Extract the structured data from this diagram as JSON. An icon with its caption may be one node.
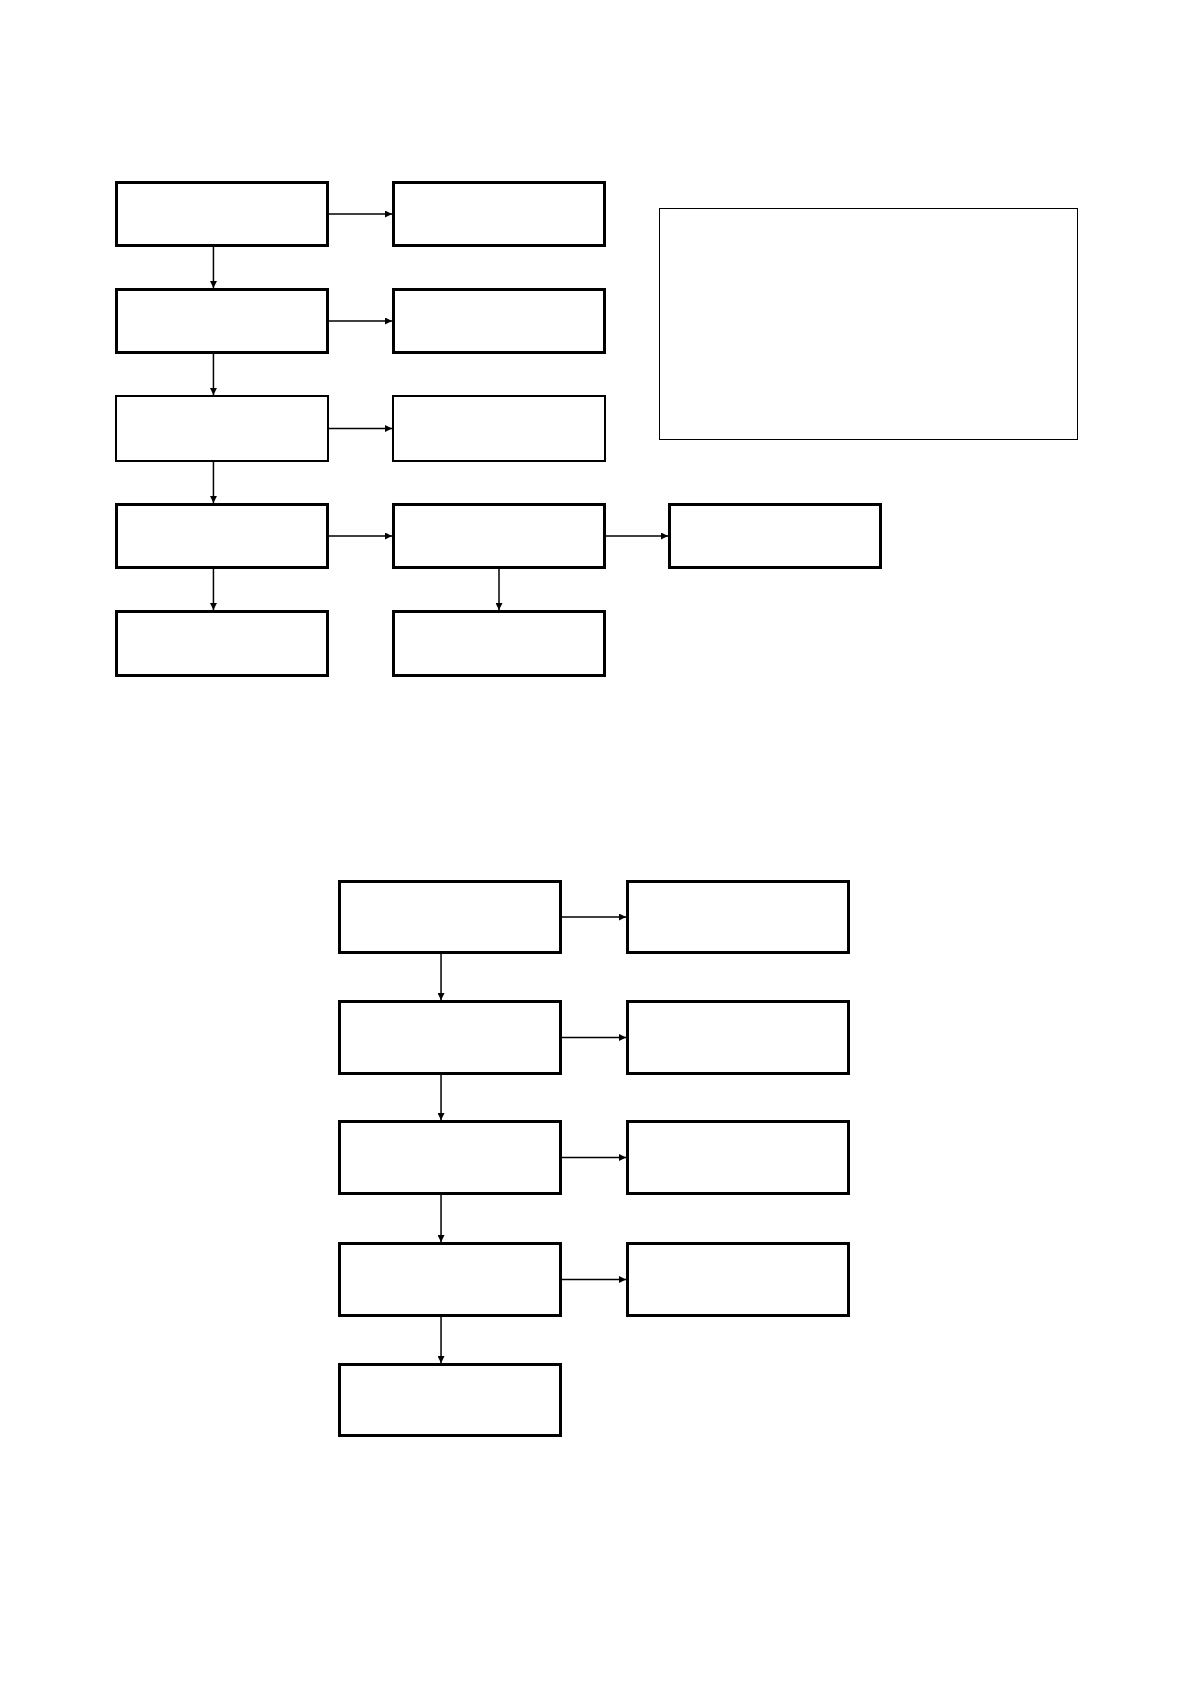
{
  "diagram": {
    "nodes": [
      {
        "text": [],
        "shape": "box"
      },
      {
        "text": [],
        "shape": "box"
      },
      {
        "text": [],
        "shape": "box"
      },
      {
        "text": [],
        "shape": "box"
      },
      {
        "text": [],
        "shape": "box"
      },
      {
        "text": [],
        "shape": "box"
      },
      {
        "text": [],
        "shape": "box"
      },
      {
        "text": [],
        "shape": "box"
      },
      {
        "text": [],
        "shape": "box"
      },
      {
        "text": [],
        "shape": "box"
      },
      {
        "text": [],
        "shape": "box"
      },
      {
        "text": [],
        "shape": "box"
      },
      {
        "text": [],
        "shape": "box"
      },
      {
        "text": [],
        "shape": "box"
      },
      {
        "text": [],
        "shape": "box"
      },
      {
        "text": [],
        "shape": "box"
      },
      {
        "text": [],
        "shape": "box"
      },
      {
        "text": [],
        "shape": "box"
      },
      {
        "text": [],
        "shape": "box"
      },
      {
        "text": [],
        "shape": "box"
      },
      {
        "text": [],
        "shape": "box"
      }
    ],
    "edges": [
      {
        "from": 0,
        "to": 1,
        "arrow": "to"
      },
      {
        "from": 0,
        "to": 3,
        "arrow": "to"
      },
      {
        "from": 3,
        "to": 4,
        "arrow": "to"
      },
      {
        "from": 3,
        "to": 5,
        "arrow": "to"
      },
      {
        "from": 5,
        "to": 6,
        "arrow": "to"
      },
      {
        "from": 5,
        "to": 7,
        "arrow": "to"
      },
      {
        "from": 7,
        "to": 8,
        "arrow": "to"
      },
      {
        "from": 7,
        "to": 10,
        "arrow": "to"
      },
      {
        "from": 8,
        "to": 9,
        "arrow": "to"
      },
      {
        "from": 8,
        "to": 11,
        "arrow": "to"
      },
      {
        "from": 12,
        "to": 13,
        "arrow": "to"
      },
      {
        "from": 12,
        "to": 14,
        "arrow": "to"
      },
      {
        "from": 14,
        "to": 15,
        "arrow": "to"
      },
      {
        "from": 14,
        "to": 16,
        "arrow": "to"
      },
      {
        "from": 16,
        "to": 17,
        "arrow": "to"
      },
      {
        "from": 16,
        "to": 18,
        "arrow": "to"
      },
      {
        "from": 18,
        "to": 19,
        "arrow": "to"
      },
      {
        "from": 18,
        "to": 20,
        "arrow": "to"
      }
    ]
  }
}
